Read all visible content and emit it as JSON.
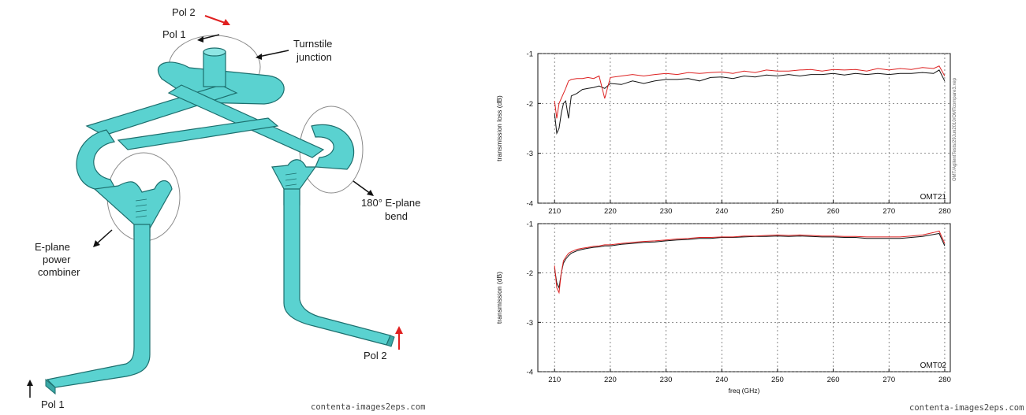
{
  "diagram": {
    "labels": {
      "pol2_top": "Pol 2",
      "pol1_top": "Pol 1",
      "turnstile": [
        "Turnstile",
        "junction"
      ],
      "bend": [
        "180° E-plane",
        "bend"
      ],
      "combiner": [
        "E-plane",
        "power",
        "combiner"
      ],
      "pol2_bottom": "Pol 2",
      "pol1_bottom": "Pol 1"
    },
    "watermark": "contenta-images2eps.com",
    "colors": {
      "waveguide": "#5ad2d0",
      "waveguide_dark": "#3aa8a6",
      "arrow_red": "#e02020"
    }
  },
  "right_watermark": "contenta-images2eps.com",
  "chart_data": [
    {
      "type": "line",
      "ylabel": "transmission loss (dB)",
      "xlabel": "",
      "xlim": [
        207,
        281
      ],
      "ylim": [
        -4,
        -1
      ],
      "xticks": [
        210,
        220,
        230,
        240,
        250,
        260,
        270,
        280
      ],
      "yticks": [
        -1,
        -2,
        -3,
        -4
      ],
      "grid": true,
      "corner_label": "OMT21",
      "side_note": "OMT/AgilentTests/29Jun2010/OMTcompare3.xep",
      "series": [
        {
          "color": "#111111",
          "x": [
            210.0,
            210.4,
            210.8,
            211.2,
            211.6,
            212.0,
            212.5,
            213.0,
            214,
            215,
            216,
            217,
            218,
            219,
            220,
            222,
            224,
            226,
            228,
            230,
            232,
            234,
            236,
            238,
            240,
            242,
            244,
            246,
            248,
            250,
            252,
            254,
            256,
            258,
            260,
            262,
            264,
            266,
            268,
            270,
            272,
            274,
            276,
            278,
            279,
            280
          ],
          "y": [
            -2.2,
            -2.6,
            -2.5,
            -2.2,
            -2.0,
            -1.95,
            -2.3,
            -1.85,
            -1.8,
            -1.72,
            -1.7,
            -1.68,
            -1.65,
            -1.7,
            -1.6,
            -1.62,
            -1.55,
            -1.6,
            -1.55,
            -1.52,
            -1.52,
            -1.5,
            -1.55,
            -1.48,
            -1.47,
            -1.5,
            -1.45,
            -1.47,
            -1.43,
            -1.45,
            -1.42,
            -1.45,
            -1.42,
            -1.42,
            -1.4,
            -1.43,
            -1.4,
            -1.42,
            -1.4,
            -1.42,
            -1.4,
            -1.4,
            -1.38,
            -1.4,
            -1.33,
            -1.55
          ]
        },
        {
          "color": "#dd2222",
          "x": [
            210.0,
            210.4,
            210.8,
            211.2,
            211.6,
            212.0,
            212.5,
            213.0,
            214,
            215,
            216,
            217,
            218,
            219,
            220,
            222,
            224,
            226,
            228,
            230,
            232,
            234,
            236,
            238,
            240,
            242,
            244,
            246,
            248,
            250,
            252,
            254,
            256,
            258,
            260,
            262,
            264,
            266,
            268,
            270,
            272,
            274,
            276,
            278,
            279,
            280
          ],
          "y": [
            -1.95,
            -2.3,
            -2.0,
            -1.9,
            -1.8,
            -1.7,
            -1.55,
            -1.52,
            -1.5,
            -1.5,
            -1.48,
            -1.5,
            -1.45,
            -1.9,
            -1.48,
            -1.45,
            -1.42,
            -1.45,
            -1.42,
            -1.4,
            -1.42,
            -1.38,
            -1.4,
            -1.38,
            -1.37,
            -1.4,
            -1.35,
            -1.38,
            -1.33,
            -1.35,
            -1.35,
            -1.33,
            -1.32,
            -1.35,
            -1.32,
            -1.33,
            -1.32,
            -1.35,
            -1.3,
            -1.33,
            -1.3,
            -1.32,
            -1.28,
            -1.3,
            -1.25,
            -1.45
          ]
        }
      ]
    },
    {
      "type": "line",
      "ylabel": "transmission (dB)",
      "xlabel": "freq (GHz)",
      "xlim": [
        207,
        281
      ],
      "ylim": [
        -4,
        -1
      ],
      "xticks": [
        210,
        220,
        230,
        240,
        250,
        260,
        270,
        280
      ],
      "yticks": [
        -1,
        -2,
        -3,
        -4
      ],
      "grid": true,
      "corner_label": "OMT02",
      "series": [
        {
          "color": "#111111",
          "x": [
            210.0,
            210.4,
            210.8,
            211.2,
            211.6,
            212.0,
            212.5,
            213.0,
            214,
            215,
            216,
            217,
            218,
            219,
            220,
            222,
            224,
            226,
            228,
            230,
            232,
            234,
            236,
            238,
            240,
            242,
            244,
            246,
            248,
            250,
            252,
            254,
            256,
            258,
            260,
            262,
            264,
            266,
            268,
            270,
            272,
            274,
            276,
            278,
            279,
            280
          ],
          "y": [
            -1.9,
            -2.2,
            -2.3,
            -2.0,
            -1.8,
            -1.72,
            -1.65,
            -1.6,
            -1.55,
            -1.52,
            -1.5,
            -1.48,
            -1.47,
            -1.45,
            -1.45,
            -1.42,
            -1.4,
            -1.38,
            -1.37,
            -1.35,
            -1.33,
            -1.32,
            -1.3,
            -1.3,
            -1.28,
            -1.28,
            -1.27,
            -1.26,
            -1.26,
            -1.25,
            -1.26,
            -1.25,
            -1.26,
            -1.27,
            -1.27,
            -1.28,
            -1.28,
            -1.3,
            -1.3,
            -1.3,
            -1.3,
            -1.28,
            -1.26,
            -1.22,
            -1.2,
            -1.45
          ]
        },
        {
          "color": "#dd2222",
          "x": [
            210.0,
            210.4,
            210.8,
            211.2,
            211.6,
            212.0,
            212.5,
            213.0,
            214,
            215,
            216,
            217,
            218,
            219,
            220,
            222,
            224,
            226,
            228,
            230,
            232,
            234,
            236,
            238,
            240,
            242,
            244,
            246,
            248,
            250,
            252,
            254,
            256,
            258,
            260,
            262,
            264,
            266,
            268,
            270,
            272,
            274,
            276,
            278,
            279,
            280
          ],
          "y": [
            -1.85,
            -2.3,
            -2.4,
            -2.0,
            -1.75,
            -1.68,
            -1.6,
            -1.57,
            -1.52,
            -1.5,
            -1.48,
            -1.46,
            -1.45,
            -1.43,
            -1.43,
            -1.4,
            -1.38,
            -1.36,
            -1.35,
            -1.33,
            -1.31,
            -1.3,
            -1.28,
            -1.28,
            -1.27,
            -1.27,
            -1.25,
            -1.25,
            -1.24,
            -1.23,
            -1.24,
            -1.23,
            -1.24,
            -1.25,
            -1.25,
            -1.26,
            -1.26,
            -1.27,
            -1.27,
            -1.27,
            -1.27,
            -1.25,
            -1.23,
            -1.18,
            -1.15,
            -1.4
          ]
        }
      ]
    }
  ]
}
